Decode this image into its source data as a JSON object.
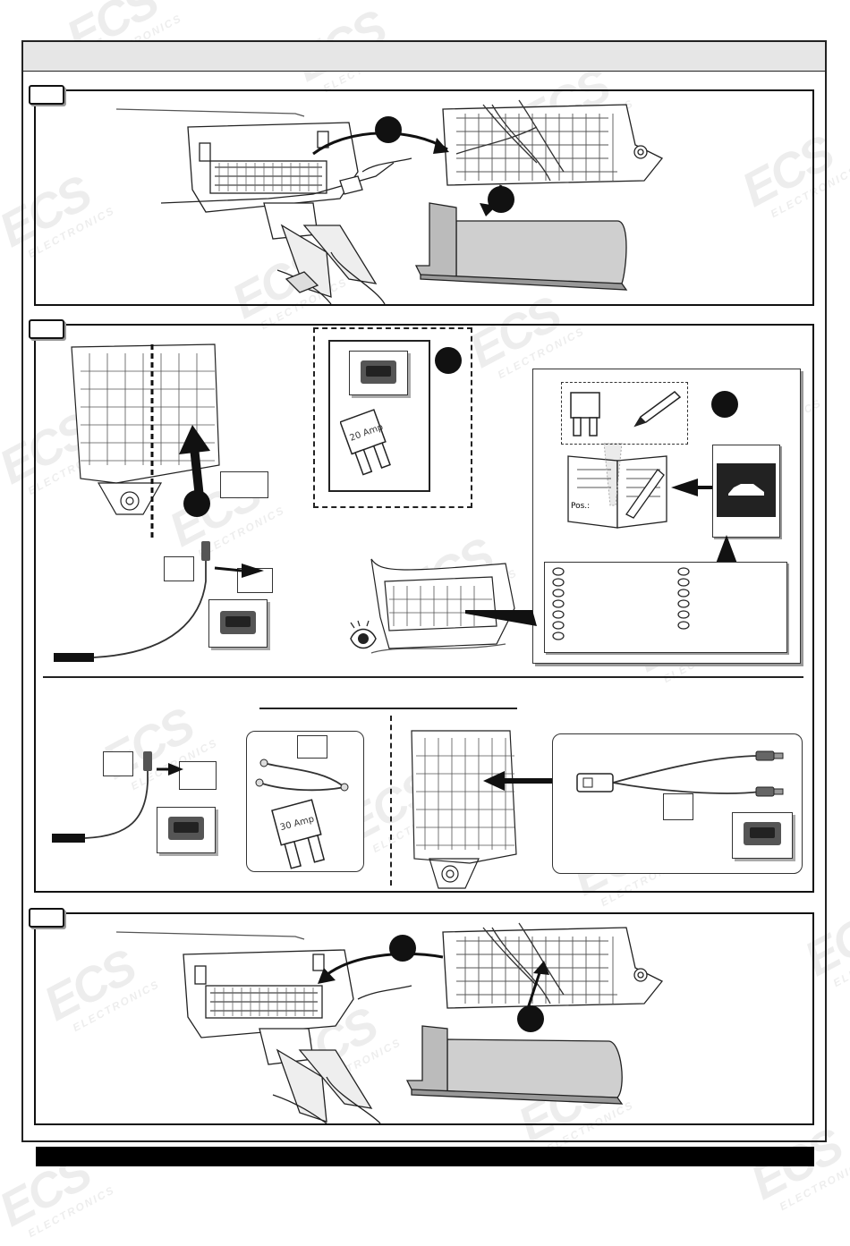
{
  "watermark": {
    "brand": "ECS",
    "subtitle": "ELECTRONICS"
  },
  "steps": [
    {
      "tab": "",
      "markers": [
        "",
        ""
      ]
    },
    {
      "tab": "",
      "markers": [
        "",
        "",
        ""
      ]
    },
    {
      "tab": "",
      "markers": [
        "",
        ""
      ]
    }
  ],
  "fuses": {
    "fuse_a_label": "20 Amp",
    "fuse_b_label": "30 Amp"
  },
  "manual": {
    "position_label": "Pos.:"
  },
  "colors": {
    "frame": "#222222",
    "cover_fill": "#cfcfcf",
    "footer": "#000000"
  },
  "icons": [
    "eye-icon",
    "pen-icon",
    "fuse-icon",
    "car-icon",
    "arrow-icon"
  ]
}
